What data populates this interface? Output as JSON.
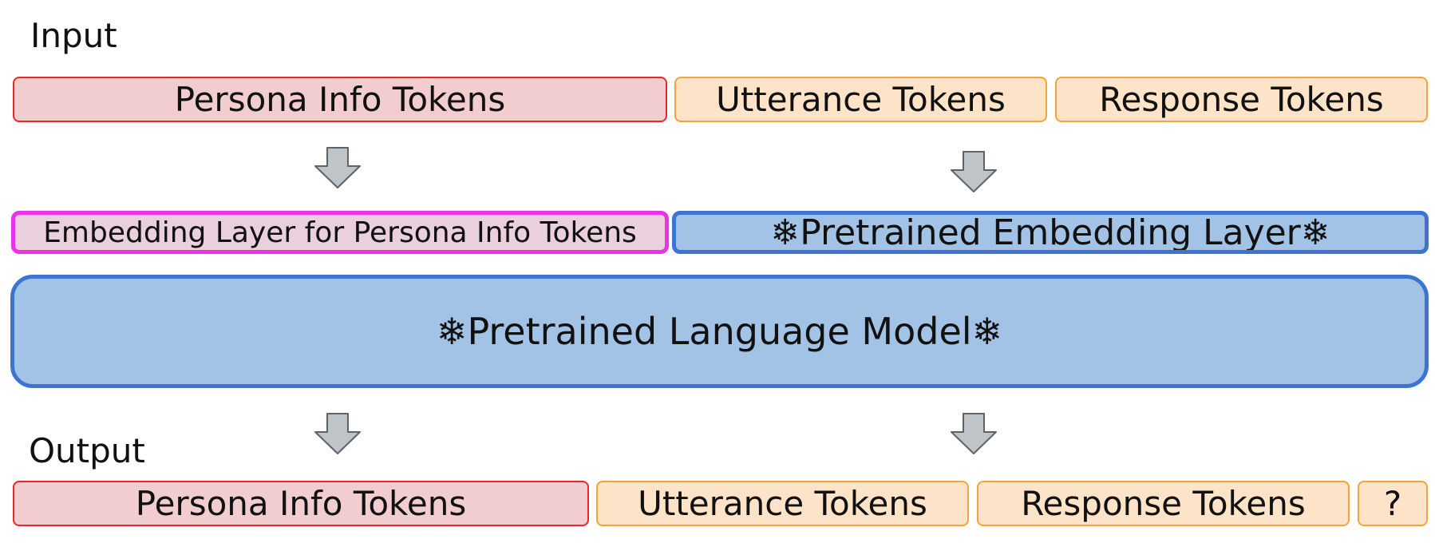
{
  "input_label": "Input",
  "output_label": "Output",
  "input_row": {
    "persona": "Persona Info Tokens",
    "utterance": "Utterance Tokens",
    "response": "Response Tokens"
  },
  "embedding_row": {
    "persona_embedding": "Embedding Layer for Persona Info Tokens",
    "pretrained_embedding": "❄Pretrained Embedding Layer❄"
  },
  "language_model": "❄Pretrained Language Model❄",
  "output_row": {
    "persona": "Persona Info Tokens",
    "utterance": "Utterance Tokens",
    "response": "Response Tokens",
    "next_token": "?"
  },
  "colors": {
    "persona_fill": "#f2cdd0",
    "persona_border": "#e8262c",
    "token_fill": "#fde3c8",
    "token_border": "#f4a43a",
    "persona_embedding_fill": "#ead0dc",
    "persona_embedding_border": "#ea33e8",
    "pretrained_fill": "#a2c3e5",
    "pretrained_border": "#3c74d0",
    "arrow_fill": "#bfc4c9",
    "arrow_border": "#5f6368"
  }
}
